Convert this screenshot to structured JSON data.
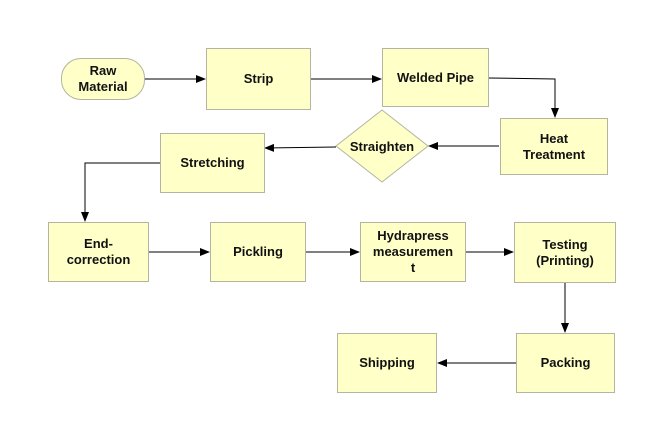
{
  "nodes": {
    "raw_material": "Raw\nMaterial",
    "strip": "Strip",
    "welded_pipe": "Welded Pipe",
    "heat_treatment": "Heat\nTreatment",
    "straighten": "Straighten",
    "stretching": "Stretching",
    "end_correction": "End-\ncorrection",
    "pickling": "Pickling",
    "hydrapress": "Hydrapress\nmeasuremen\nt",
    "testing": "Testing\n(Printing)",
    "packing": "Packing",
    "shipping": "Shipping"
  },
  "colors": {
    "node_fill": "#ffffc8",
    "node_border": "#b4b4a0",
    "arrow": "#000000"
  }
}
